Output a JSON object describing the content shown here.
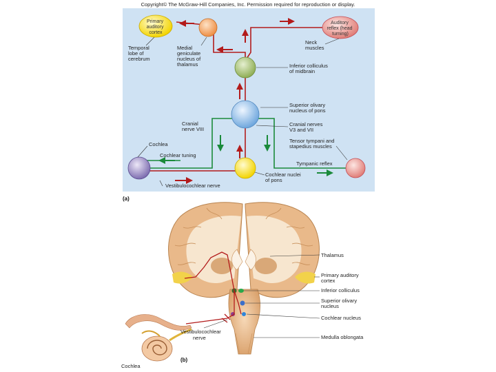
{
  "copyright": "Copyright© The McGraw-Hill Companies, Inc. Permission required for reproduction or display.",
  "panel_a": {
    "panel_label": "(a)",
    "nodes": {
      "primary_auditory_cortex": [
        "Primary",
        "auditory",
        "cortex"
      ],
      "auditory_reflex": [
        "Auditory",
        "reflex (head",
        "turning)"
      ]
    },
    "labels": {
      "temporal_lobe": [
        "Temporal",
        "lobe of",
        "cerebrum"
      ],
      "medial_geniculate": [
        "Medial",
        "geniculate",
        "nucleus of",
        "thalamus"
      ],
      "neck_muscles": [
        "Neck",
        "muscles"
      ],
      "inferior_colliculus": [
        "Inferior colliculus",
        "of midbrain"
      ],
      "superior_olivary": [
        "Superior olivary",
        "nucleus of pons"
      ],
      "cranial_nerve_viii": [
        "Cranial",
        "nerve VIII"
      ],
      "cranial_nerves_v3_vii": [
        "Cranial nerves",
        "V3 and VII"
      ],
      "cochlea": "Cochlea",
      "cochlear_tuning": "Cochlear tuning",
      "tensor_tympani": [
        "Tensor tympani and",
        "stapedius muscles"
      ],
      "tympanic_reflex": "Tympanic reflex",
      "cochlear_nuclei": [
        "Cochlear nuclei",
        "of pons"
      ],
      "vestibulocochlear_nerve": "Vestibulocochlear nerve"
    }
  },
  "panel_b": {
    "panel_label": "(b)",
    "labels": {
      "thalamus": "Thalamus",
      "primary_auditory_cortex": [
        "Primary auditory",
        "cortex"
      ],
      "inferior_colliculus": "Inferior colliculus",
      "superior_olivary": [
        "Superior olivary",
        "nucleus"
      ],
      "cochlear_nucleus": "Cochlear nucleus",
      "medulla": "Medulla oblongata",
      "vestibulocochlear": [
        "Vestibulocochlear",
        "nerve"
      ],
      "cochlea": "Cochlea"
    }
  },
  "colors": {
    "panel_bg": "#cfe2f3",
    "red_path": "#b31b1b",
    "green_path": "#1a8a3a",
    "cortex_node": "#fff066",
    "thalamus_node": "#f6b277",
    "colliculus_node": "#b9cf8a",
    "olivary_node": "#a9cdef",
    "cochlear_node": "#ffe34d",
    "cochlea_node": "#9f91c7",
    "tympanic_node": "#f2a7a0",
    "reflex_node": "#f3a0a8"
  }
}
